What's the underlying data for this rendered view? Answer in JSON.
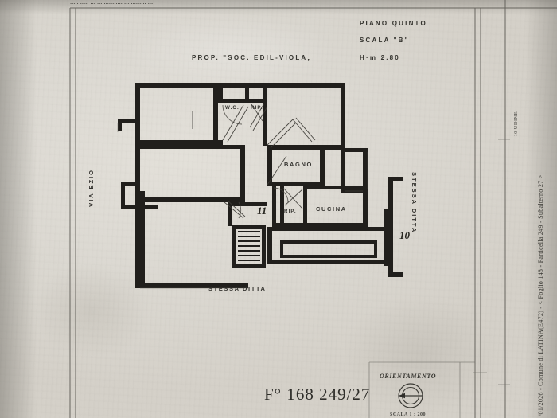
{
  "document": {
    "type": "cadastral-floor-plan",
    "top_cut_text": "..... ..... ... ... ...........  ............. ...",
    "header": {
      "owner_label": "PROP. \"SOC. EDIL-VIOLA„",
      "floor": "PIANO  QUINTO",
      "scale": "SCALA  \"B\"",
      "height": "H·m  2.80"
    },
    "rooms": [
      {
        "key": "wc",
        "label": "W.C."
      },
      {
        "key": "rip1",
        "label": "RIP."
      },
      {
        "key": "bagno",
        "label": "BAGNO"
      },
      {
        "key": "rip2",
        "label": "RIP."
      },
      {
        "key": "cucina",
        "label": "CUCINA"
      }
    ],
    "unit_numbers": [
      {
        "key": "unit-11",
        "label": "11"
      },
      {
        "key": "unit-10",
        "label": "10"
      }
    ],
    "boundary_labels": {
      "street_left": "VIA  EZIO",
      "same_owner_right": "STESSA  DITTA",
      "same_owner_bottom": "STESSA  DITTA"
    },
    "orientation": {
      "title": "ORIENTAMENTO",
      "subtitle": "SCALA 1 : 200",
      "north_marker": "N"
    },
    "handwritten_note": "F° 168   249/27",
    "margin": {
      "registry_line": "/01/2026 - Comune di LATINA(E472) - < Foglio 148 - Particella  249 - Subalterno 27 >",
      "sheet_marker": "10 UDINE"
    },
    "colors": {
      "paper": "#ddd9d2",
      "ink": "#2b2a27",
      "wall_fill": "#1d1c19"
    }
  }
}
